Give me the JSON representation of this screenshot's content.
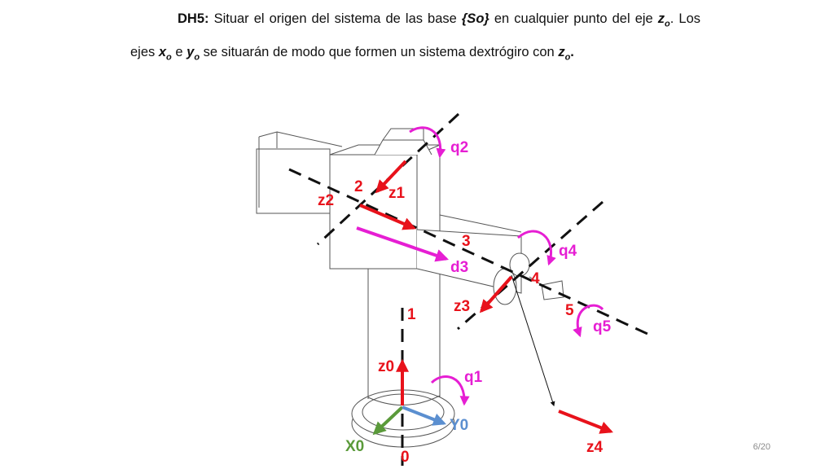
{
  "slide": {
    "heading": "DH5:",
    "sentence_1a": "Situar el origen del sistema de las base ",
    "base_frame": "{So}",
    "sentence_1b": " en cualquier punto del eje ",
    "axis_z": "z",
    "sub_o": "o",
    "sentence_2a": ". Los ejes ",
    "axis_x": "x",
    "conj_e": " e ",
    "axis_y": "y",
    "sentence_2b": " se situarán de modo que formen un sistema dextrógiro con ",
    "period": "."
  },
  "diagram_labels": {
    "q1": "q1",
    "q2": "q2",
    "q4": "q4",
    "q5": "q5",
    "d3": "d3",
    "z0": "z0",
    "z1": "z1",
    "z2": "z2",
    "z3": "z3",
    "z4": "z4",
    "x0": "X0",
    "y0": "Y0",
    "n0": "0",
    "n1": "1",
    "n2": "2",
    "n3": "3",
    "n4": "4",
    "n5": "5"
  },
  "page_number": "6/20",
  "colors": {
    "red": "#e8121b",
    "magenta": "#e61ed3",
    "green": "#5a9a3a",
    "blue": "#5b8fd0"
  }
}
